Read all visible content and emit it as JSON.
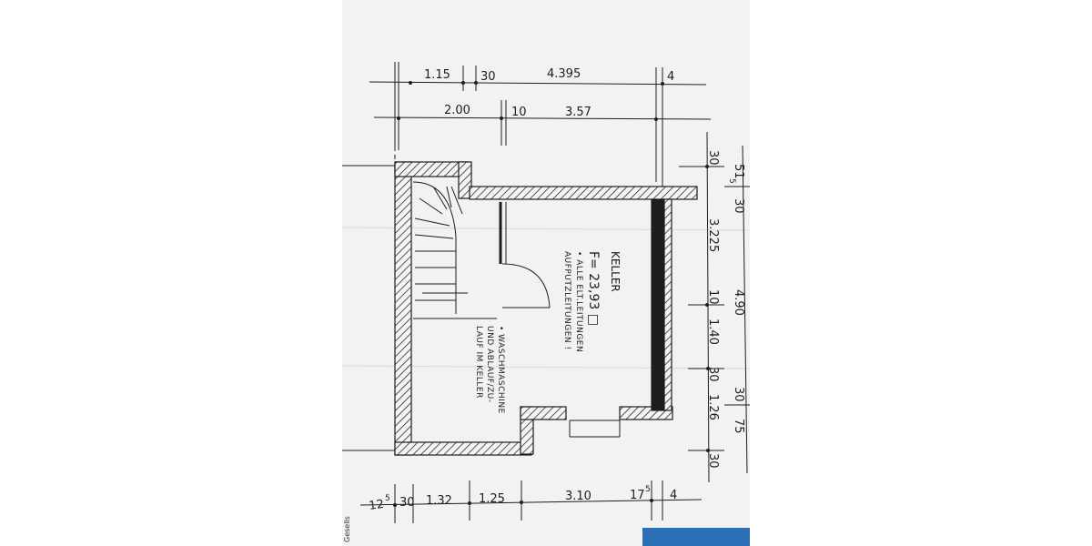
{
  "dimensions": {
    "top_row_1": [
      "1.15",
      "30",
      "4.395",
      "4"
    ],
    "top_row_2": [
      "2.00",
      "10",
      "3.57"
    ],
    "bottom_row": [
      "12",
      "5",
      "30",
      "1.32",
      "1.25",
      "3.10",
      "17",
      "5",
      "4"
    ],
    "right_col_1": [
      "30",
      "3.225",
      "10",
      "1.40",
      "30",
      "1.26",
      "30"
    ],
    "right_col_2": [
      "51",
      "5",
      "30",
      "4.90",
      "30",
      "75"
    ]
  },
  "room": {
    "name": "KELLER",
    "area": "F= 23,93 □"
  },
  "notes": {
    "electrical_1": "• ALLE ELT.LEITUNGEN",
    "electrical_2": "AUFPUTZLEITUNGEN !",
    "washer_1": "• WASCHMASCHINE",
    "washer_2": "UND ABLAUF/ZU-",
    "washer_3": "LAUF IM KELLER"
  },
  "corner_text": "Gesells"
}
